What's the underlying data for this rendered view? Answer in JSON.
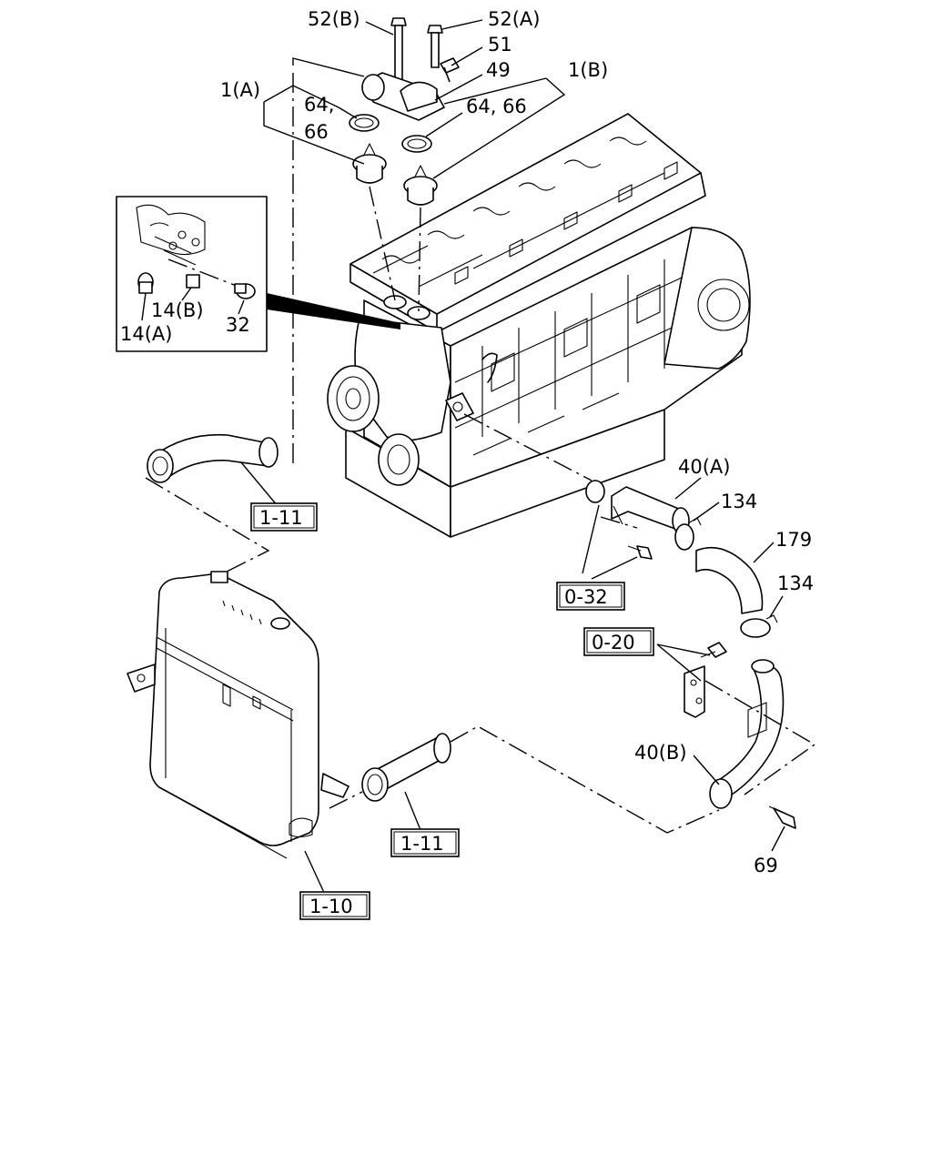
{
  "labels": {
    "p52b": "52(B)",
    "p52a": "52(A)",
    "p51": "51",
    "p49": "49",
    "p1b": "1(B)",
    "p1a": "1(A)",
    "p64_66_left_a": "64,",
    "p64_66_left_b": "66",
    "p64_66_right": "64, 66",
    "p14b": "14(B)",
    "p14a": "14(A)",
    "p32": "32",
    "p40a": "40(A)",
    "p134_top": "134",
    "p179": "179",
    "p134_bottom": "134",
    "p40b": "40(B)",
    "p69": "69"
  },
  "refs": {
    "r1_11_top": "1-11",
    "r0_32": "0-32",
    "r0_20": "0-20",
    "r1_11_bottom": "1-11",
    "r1_10": "1-10"
  }
}
